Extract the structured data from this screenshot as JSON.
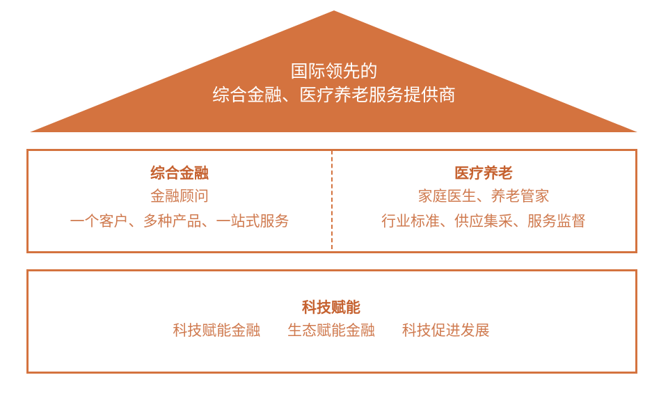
{
  "roof": {
    "line1": "国际领先的",
    "line2": "综合金融、医疗养老服务提供商"
  },
  "pillars": {
    "left": {
      "title": "综合金融",
      "line1": "金融顾问",
      "line2": "一个客户、多种产品、一站式服务"
    },
    "right": {
      "title": "医疗养老",
      "line1": "家庭医生、养老管家",
      "line2": "行业标准、供应集采、服务监督"
    }
  },
  "base": {
    "title": "科技赋能",
    "items": [
      "科技赋能金融",
      "生态赋能金融",
      "科技促进发展"
    ]
  },
  "colors": {
    "accent": "#d4733f",
    "title_text": "#c5612f",
    "body_text": "#cf7a4f",
    "roof_text": "#ffffff"
  }
}
